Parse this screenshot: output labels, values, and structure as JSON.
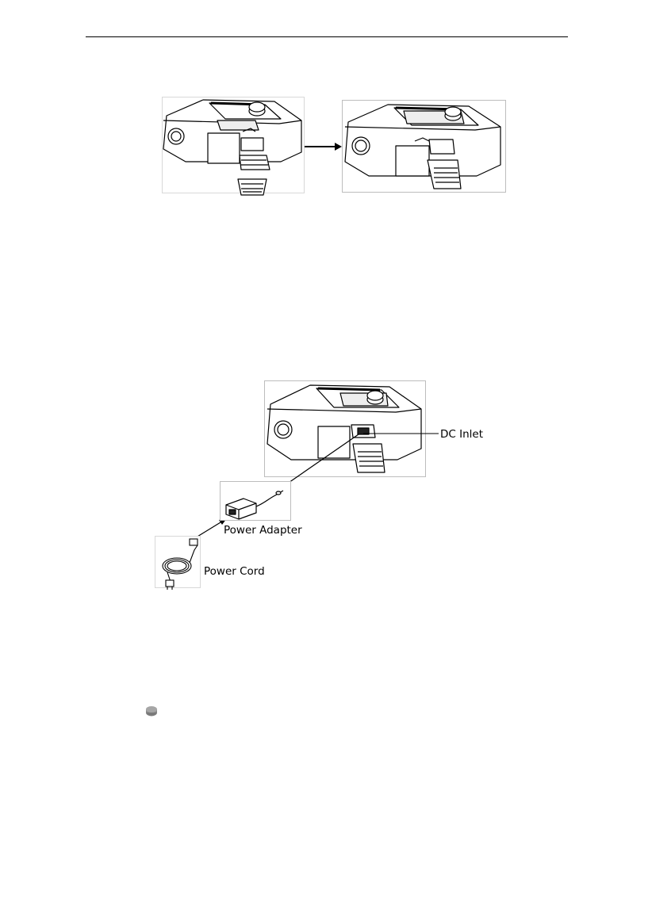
{
  "labels": {
    "dc_inlet": "DC Inlet",
    "power_adapter": "Power Adapter",
    "power_cord": "Power Cord"
  },
  "icons": {
    "device_illustration": "cpap-device-drawing",
    "humidifier_button_bullet": "round-knob-icon"
  },
  "colors": {
    "line": "#000000",
    "frame": "#bdbdbd",
    "bullet": "#8a8a8a"
  }
}
